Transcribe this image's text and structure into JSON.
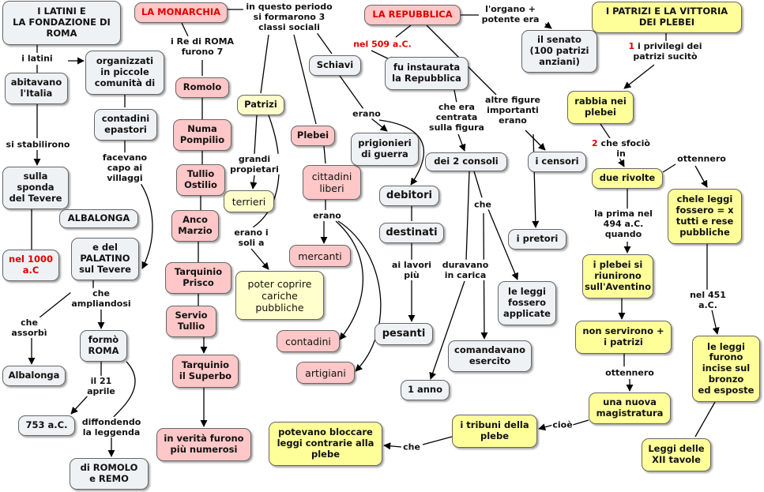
{
  "nodes": {
    "latini_roma": "I LATINI E\nLA FONDAZIONE DI\nROMA",
    "monarchia": "LA MONARCHIA",
    "repubblica": "LA REPUBBLICA",
    "patrizi_vittoria": "I PATRIZI E LA VITTORIA\nDEI PLEBEI",
    "senato": "il senato\n(100 patrizi\nanziani)",
    "organizzati": "organizzati\nin piccole\ncomunità di",
    "abitavano": "abitavano\nl'Italia",
    "contadini_pastori": "contadini\nepastori",
    "sponda": "sulla\nsponda\ndel Tevere",
    "albalonga_caps": "ALBALONGA",
    "palatino": "e del\nPALATINO\nsul Tevere",
    "nel1000": "nel 1000\na.C",
    "albalonga": "Albalonga",
    "formo_roma": "formò\nROMA",
    "a753": "753 a.C.",
    "romolo_remo": "di ROMOLO\ne REMO",
    "romolo": "Romolo",
    "numa": "Numa\nPompilio",
    "tullio_ostilio": "Tullio\nOstilio",
    "anco": "Anco\nMarzio",
    "tarquinio_prisco": "Tarquinio\nPrisco",
    "servio": "Servio\nTullio",
    "tarquinio_superbo": "Tarquinio\nil Superbo",
    "piu_numerosi": "in verità furono\npiù numerosi",
    "patrizi": "Patrizi",
    "terrieri": "terrieri",
    "poter_coprire": "poter coprire\ncariche\npubbliche",
    "plebei": "Plebei",
    "cittadini_liberi": "cittadini\nliberi",
    "mercanti": "mercanti",
    "contadini": "contadini",
    "artigiani": "artigiani",
    "schiavi": "Schiavi",
    "prigionieri": "prigionieri\ndi guerra",
    "debitori": "debitori",
    "destinati": "destinati",
    "pesanti": "pesanti",
    "instaurata": "fu instaurata\nla Repubblica",
    "consoli": "dei 2 consoli",
    "un_anno": "1 anno",
    "comandavano": "comandavano\nesercito",
    "leggi_applicate": "le leggi\nfossero\napplicate",
    "censori": "i censori",
    "pretori": "i pretori",
    "rabbia": "rabbia nei\nplebei",
    "due_rivolte": "due rivolte",
    "chele_leggi": "chele leggi\nfossero = x\ntutti e rese\npubbliche",
    "aventino": "i plebei si\nriunirono\nsull'Aventino",
    "non_servirono": "non servirono +\ni patrizi",
    "magistratura": "una nuova\nmagistratura",
    "tribuni": "i tribuni della\nplebe",
    "bloccare": "potevano bloccare\nleggi contrarie alla\nplebe",
    "leggi_incise": "le leggi\nfurono\nincise sul\nbronzo\ned esposte",
    "xii_tavole": "Leggi delle\nXII tavole"
  },
  "labels": {
    "in_questo_periodo": "in questo periodo\nsi formarono 3\nclassi sociali",
    "re_di_roma": "i Re di ROMA\nfurono 7",
    "organo": "l'organo +\npotente era",
    "nel509": "nel 509 a.C.",
    "i_latini": "i latini",
    "si_stabilirono": "si stabilirono",
    "facevano_capo": "facevano\ncapo ai\nvillaggi",
    "che_ampliandosi": "che\nampliandosi",
    "che_assorbi": "che\nassorbì",
    "il21aprile": "il 21\naprile",
    "diffondendo": "diffondendo\nla leggenda",
    "grandi_proprietari": "grandi\npropietari",
    "erano_i_soli": "erano i\nsoli a",
    "erano_plebei": "erano",
    "erano_schiavi": "erano",
    "ai_lavori": "ai lavori\npiù",
    "centrata": "che era\ncentrata\nsulla figura",
    "duravano": "duravano\nin carica",
    "che_consoli": "che",
    "altre_figure": "altre figure\nimportanti\nerano",
    "privilegi_num": "1",
    "privilegi": "i privilegi dei\npatrizi sucitò",
    "sfocio_num": "2",
    "sfocio": "che sfociò\nin",
    "ottennero_1": "ottennero",
    "la_prima": "la prima nel\n494 a.C.\nquando",
    "nel451": "nel 451 a.C.",
    "ottennero_2": "ottennero",
    "cioe": "cioè",
    "che_tribuni": "che"
  }
}
